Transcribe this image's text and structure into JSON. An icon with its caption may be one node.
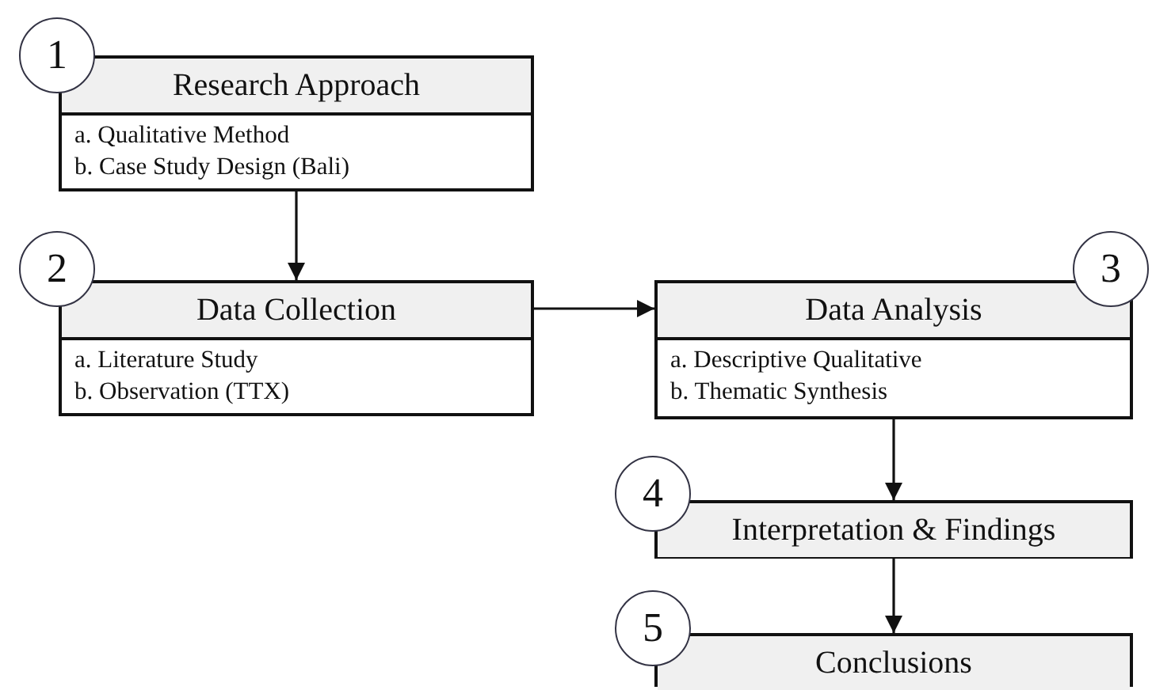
{
  "diagram": {
    "nodes": [
      {
        "text": [
          "1"
        ]
      },
      {
        "text": [
          "Research Approach",
          "a. Qualitative Method",
          "b. Case Study Design (Bali)"
        ]
      },
      {
        "text": [
          "2"
        ]
      },
      {
        "text": [
          "Data Collection",
          "a. Literature Study",
          "b. Observation (TTX)"
        ]
      },
      {
        "text": [
          "Data Analysis",
          "a. Descriptive Qualitative",
          "b. Thematic Synthesis"
        ]
      },
      {
        "text": [
          "3"
        ]
      },
      {
        "text": [
          "4"
        ]
      },
      {
        "text": [
          "Interpretation & Findings"
        ]
      },
      {
        "text": [
          "5"
        ]
      },
      {
        "text": [
          "Conclusions"
        ]
      }
    ],
    "edges": [
      {
        "from": 1,
        "to": 3,
        "arrow": "to"
      },
      {
        "from": 3,
        "to": 4,
        "arrow": "to"
      },
      {
        "from": 4,
        "to": 7,
        "arrow": "to"
      },
      {
        "from": 7,
        "to": 9,
        "arrow": "to"
      }
    ]
  }
}
